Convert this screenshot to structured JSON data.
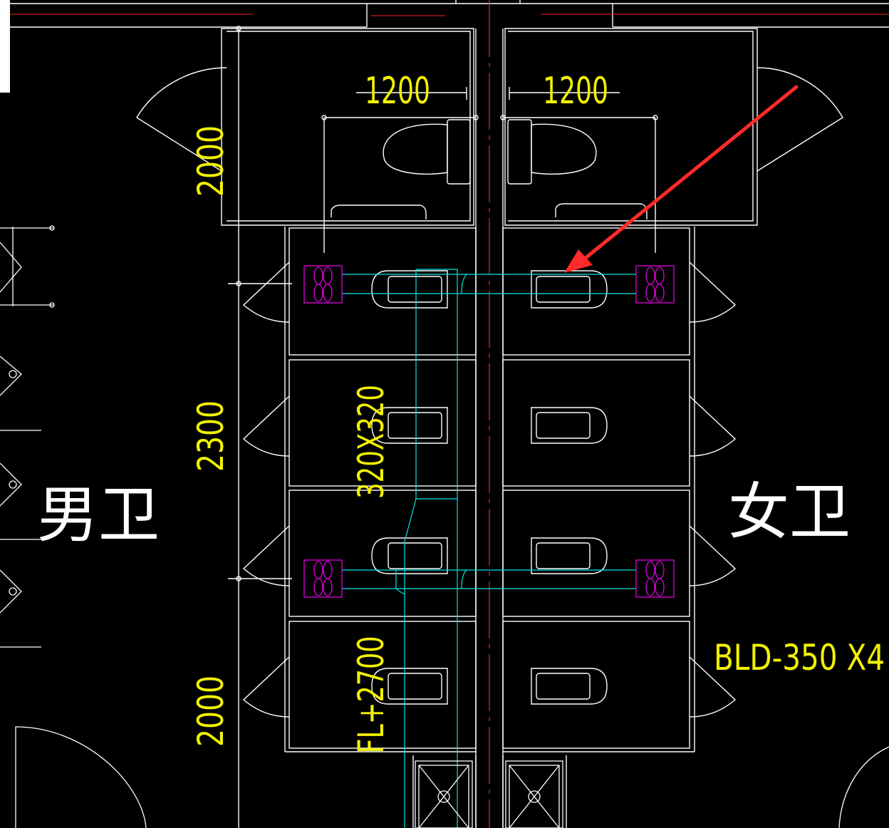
{
  "drawing": {
    "dimensions": {
      "stall_width_left": "1200",
      "stall_width_right": "1200",
      "stall_depth_top": "2000",
      "stall_depth_mid": "2300",
      "stall_depth_bottom": "2000"
    },
    "duct_size": "320X320",
    "duct_elevation": "FL+2700",
    "equipment_tag": "BLD-350 X4",
    "room_labels": {
      "left": "男卫",
      "right": "女卫"
    },
    "colors": {
      "background": "#000000",
      "walls": "#ffffff",
      "dimension_text": "#f2f200",
      "duct": "#00e5e5",
      "fan": "#e000e0",
      "axis": "#ff2020",
      "arrow": "#ff2a2a"
    }
  }
}
